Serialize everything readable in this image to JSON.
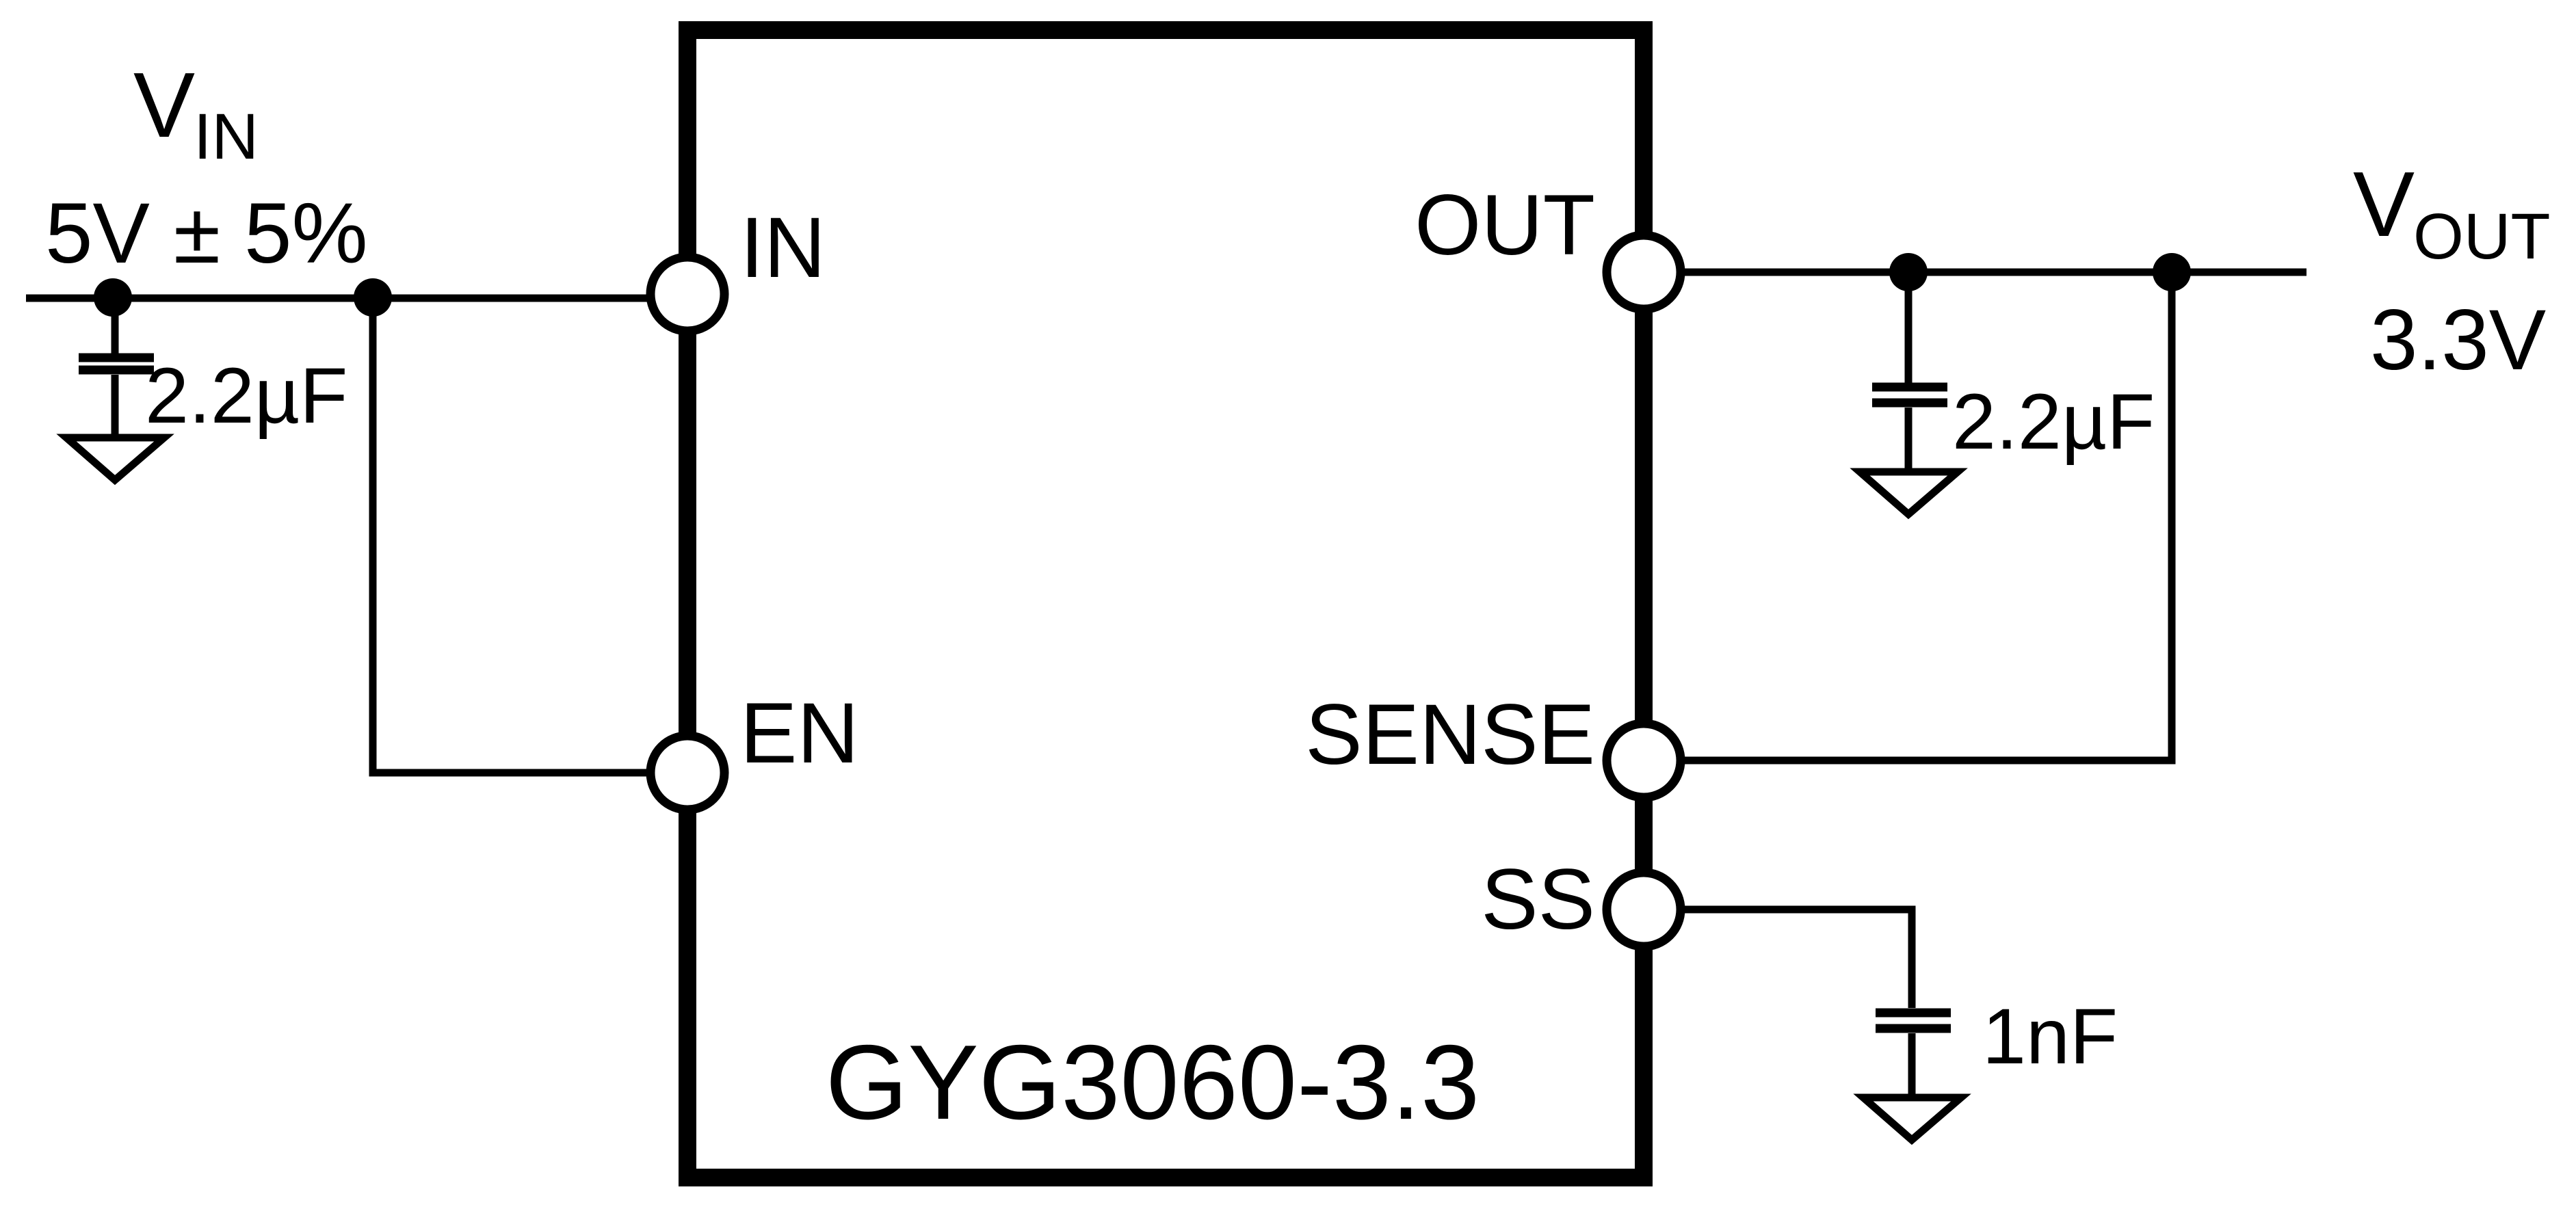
{
  "schematic": {
    "colors": {
      "ink": "#000000",
      "background": "#ffffff"
    },
    "ic": {
      "part_number": "GYG3060-3.3",
      "pin_in": "IN",
      "pin_en": "EN",
      "pin_out": "OUT",
      "pin_sense": "SENSE",
      "pin_ss": "SS"
    },
    "input": {
      "rail_symbol": "V",
      "rail_subscript": "IN",
      "rail_spec": "5V ± 5%",
      "capacitor_value": "2.2µF"
    },
    "output": {
      "rail_symbol": "V",
      "rail_subscript": "OUT",
      "rail_voltage": "3.3V",
      "capacitor_value": "2.2µF"
    },
    "soft_start": {
      "capacitor_value": "1nF"
    }
  }
}
